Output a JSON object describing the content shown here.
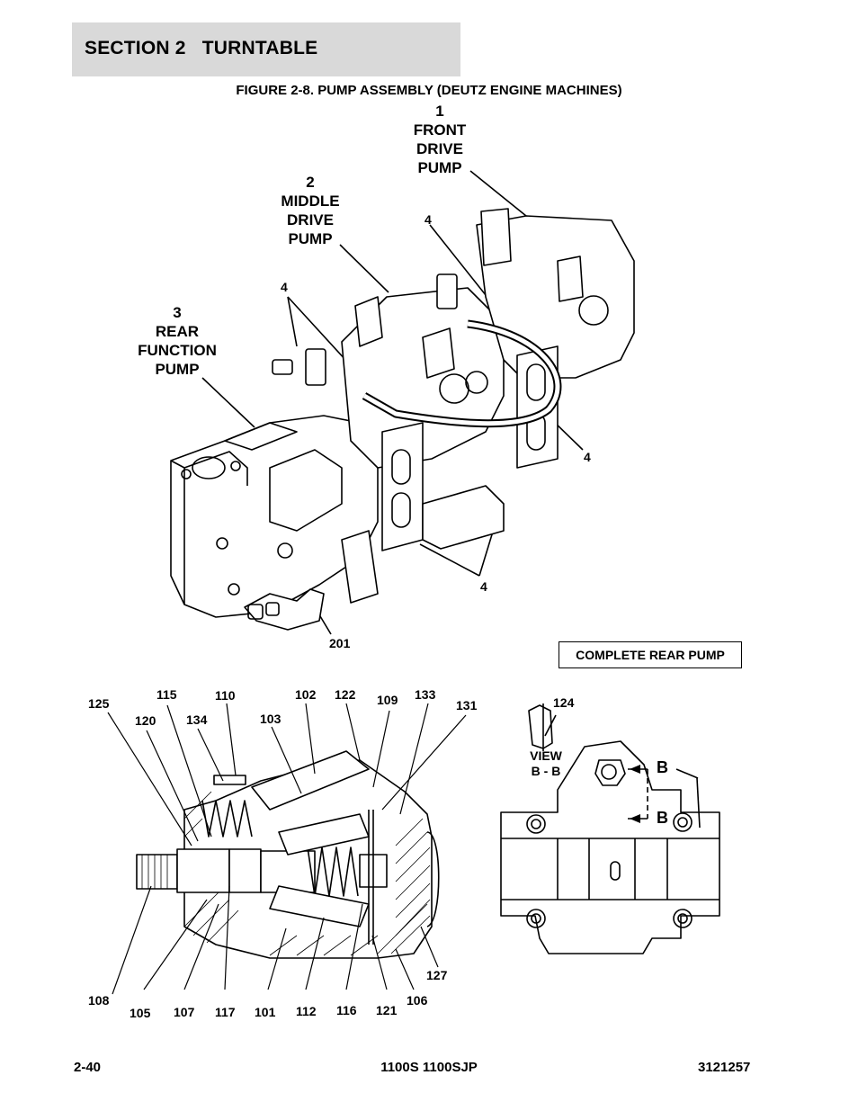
{
  "header": {
    "section": "SECTION 2   TURNTABLE"
  },
  "figure": {
    "title": "FIGURE 2-8. PUMP ASSEMBLY (DEUTZ ENGINE MACHINES)"
  },
  "callouts": {
    "front": [
      "1",
      "FRONT",
      "DRIVE",
      "PUMP"
    ],
    "middle": [
      "2",
      "MIDDLE",
      "DRIVE",
      "PUMP"
    ],
    "rear": [
      "3",
      "REAR",
      "FUNCTION",
      "PUMP"
    ]
  },
  "assembly_refs": [
    "4",
    "4",
    "4",
    "4",
    "201"
  ],
  "box_label": "COMPLETE REAR PUMP",
  "cutaway_refs_top": [
    "125",
    "115",
    "110",
    "120",
    "134",
    "102",
    "122",
    "109",
    "133",
    "131",
    "103"
  ],
  "cutaway_refs_bottom": [
    "108",
    "105",
    "107",
    "117",
    "101",
    "112",
    "116",
    "121",
    "106",
    "127"
  ],
  "end_view": {
    "ref": "124",
    "view_line1": "VIEW",
    "view_line2": "B - B",
    "section_mark": "B"
  },
  "footer": {
    "page": "2-40",
    "model": "1100S 1100SJP",
    "doc_number": "3121257"
  }
}
